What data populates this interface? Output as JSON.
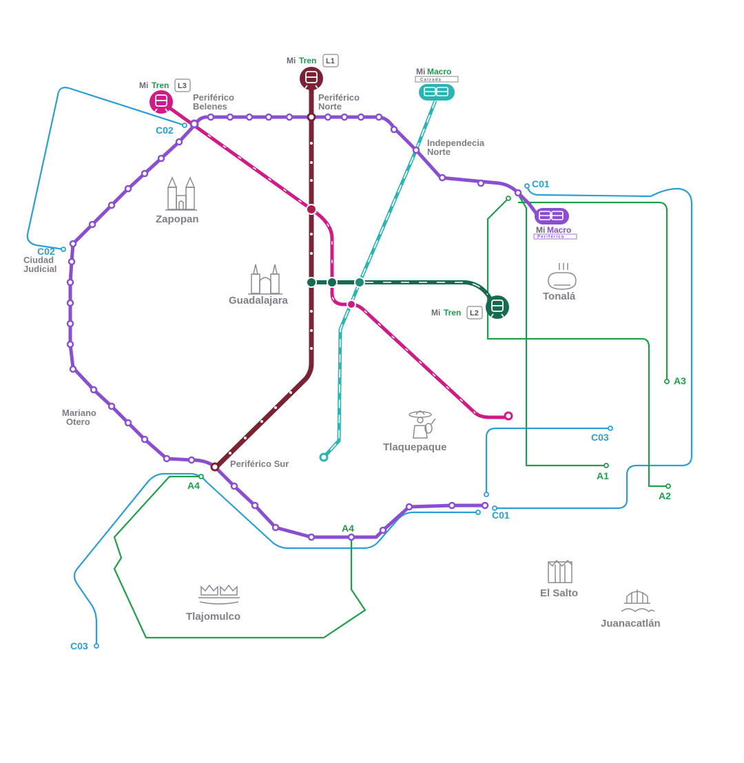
{
  "colors": {
    "peripheral": "#8a4fd0",
    "line1": "#7a2335",
    "line2": "#176a50",
    "line3": "#d01a85",
    "macro_calzada": "#2ab4b4",
    "blue_routes": "#2a9fd6",
    "green_routes": "#1e9e4a",
    "label_gray": "#7d7d85"
  },
  "brands": {
    "l1": {
      "mi": "Mi",
      "tren": "Tren",
      "code": "L1"
    },
    "l2": {
      "mi": "Mi",
      "tren": "Tren",
      "code": "L2"
    },
    "l3": {
      "mi": "Mi",
      "tren": "Tren",
      "code": "L3"
    },
    "macro_calzada": {
      "mi": "Mi",
      "macro": "Macro",
      "sub": "Calzada"
    },
    "macro_periferico": {
      "mi": "Mi",
      "macro": "Macro",
      "sub": "Periférico"
    }
  },
  "stations": {
    "periferico_belenes": [
      "Periférico",
      "Belenes"
    ],
    "periferico_norte": [
      "Periférico",
      "Norte"
    ],
    "independencia_norte": [
      "Independecia",
      "Norte"
    ],
    "ciudad_judicial": [
      "Ciudad",
      "Judicial"
    ],
    "mariano_otero": [
      "Mariano",
      "Otero"
    ],
    "periferico_sur": "Periférico Sur"
  },
  "municipalities": {
    "zapopan": "Zapopan",
    "guadalajara": "Guadalajara",
    "tonala": "Tonalá",
    "tlaquepaque": "Tlaquepaque",
    "tlajomulco": "Tlajomulco",
    "el_salto": "El Salto",
    "juanacatlan": "Juanacatlán"
  },
  "routes": {
    "c01_top": "C01",
    "c01_bottom": "C01",
    "c02_top": "C02",
    "c02_left": "C02",
    "c03_right": "C03",
    "c03_bottom": "C03",
    "a1": "A1",
    "a2": "A2",
    "a3": "A3",
    "a4_left": "A4",
    "a4_mid": "A4"
  },
  "icons": {
    "l1": "train-icon",
    "l2": "train-icon",
    "l3": "train-icon",
    "macro_calzada": "bus-icon",
    "macro_periferico": "bus-icon",
    "zapopan": "basilica-icon",
    "guadalajara": "cathedral-icon",
    "tonala": "pottery-icon",
    "tlaquepaque": "mariachi-icon",
    "tlajomulco": "crowns-icon",
    "el_salto": "waterfall-icon",
    "juanacatlan": "bridge-icon"
  }
}
